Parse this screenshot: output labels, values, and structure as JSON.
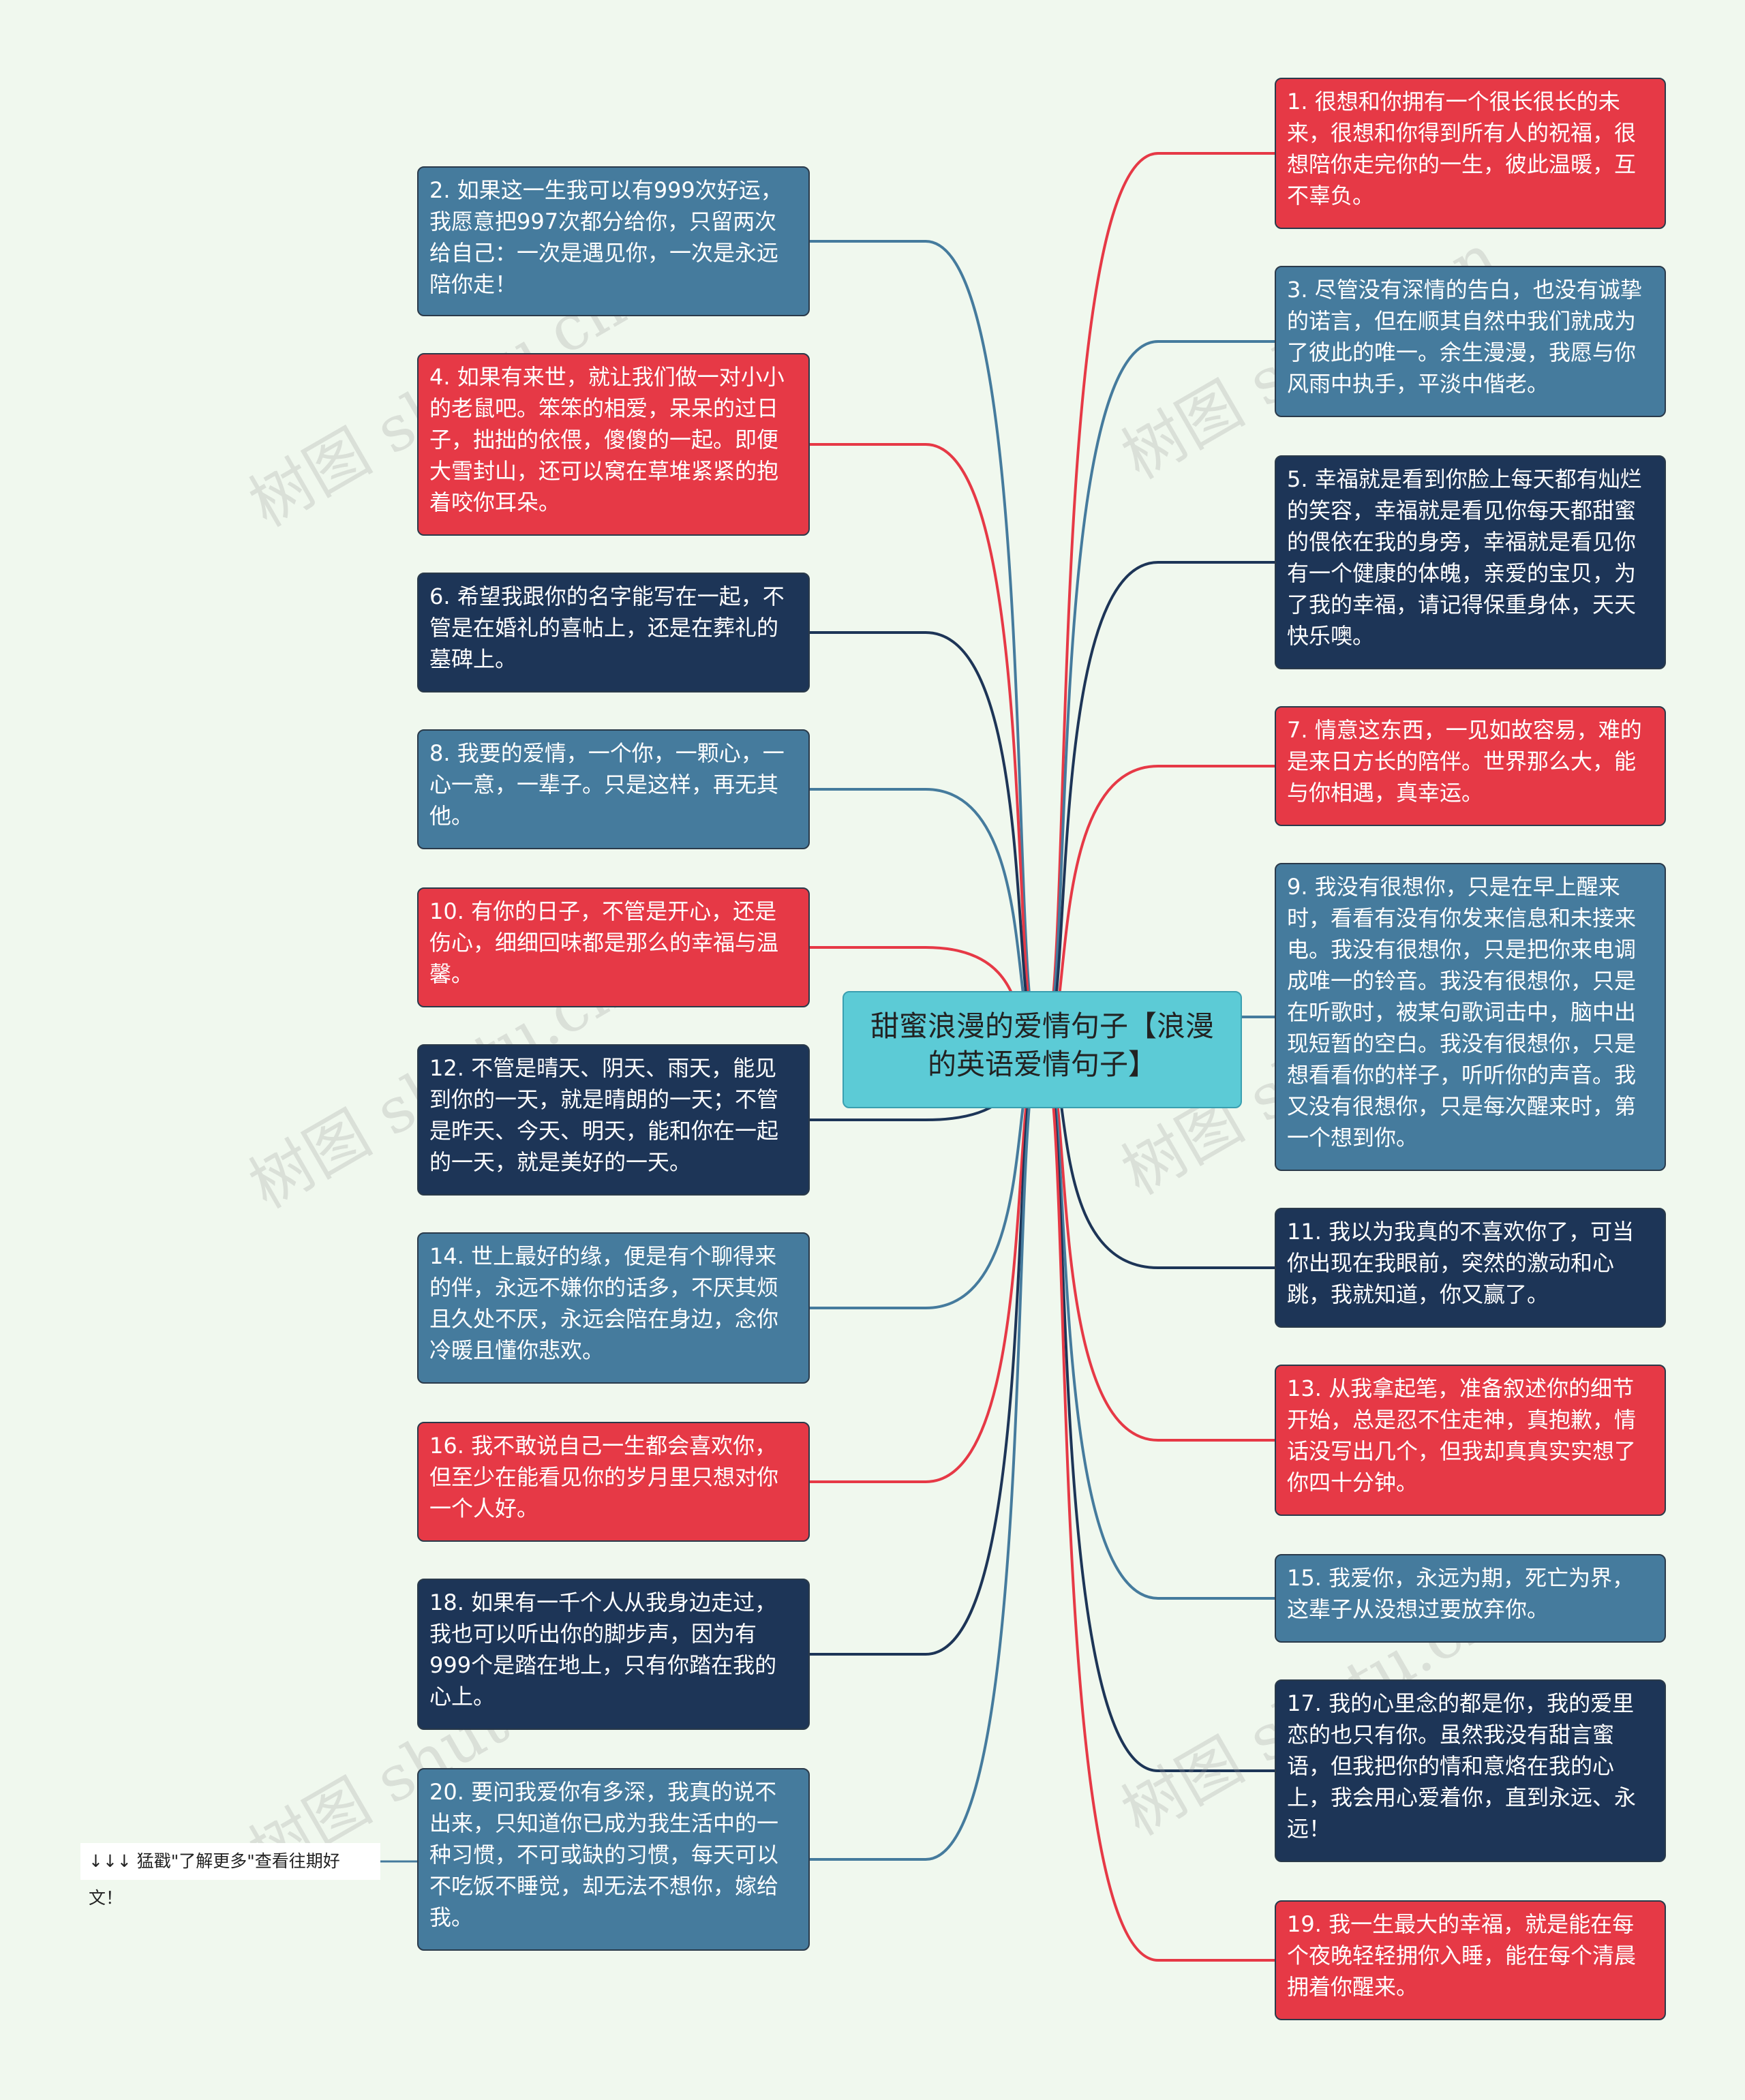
{
  "colors": {
    "red": "#e63946",
    "steel": "#457b9d",
    "navy": "#1d3557",
    "root": "#5ccbd6",
    "background": "#f0f8ee"
  },
  "root": {
    "text": "甜蜜浪漫的爱情句子【浪漫的英语爱情句子】"
  },
  "note": {
    "text": "↓↓↓ 猛戳\"了解更多\"查看往期好文！"
  },
  "watermark": {
    "text": "树图 shutu.cn"
  },
  "left_nodes": [
    {
      "color": "steel",
      "text": "2. 如果这一生我可以有999次好运，我愿意把997次都分给你，只留两次给自己：一次是遇见你，一次是永远陪你走！"
    },
    {
      "color": "red",
      "text": "4. 如果有来世，就让我们做一对小小的老鼠吧。笨笨的相爱，呆呆的过日子，拙拙的依偎，傻傻的一起。即便大雪封山，还可以窝在草堆紧紧的抱着咬你耳朵。"
    },
    {
      "color": "navy",
      "text": "6. 希望我跟你的名字能写在一起，不管是在婚礼的喜帖上，还是在葬礼的墓碑上。"
    },
    {
      "color": "steel",
      "text": "8. 我要的爱情，一个你，一颗心，一心一意，一辈子。只是这样，再无其他。"
    },
    {
      "color": "red",
      "text": "10. 有你的日子，不管是开心，还是伤心，细细回味都是那么的幸福与温馨。"
    },
    {
      "color": "navy",
      "text": "12. 不管是晴天、阴天、雨天，能见到你的一天，就是晴朗的一天；不管是昨天、今天、明天，能和你在一起的一天，就是美好的一天。"
    },
    {
      "color": "steel",
      "text": "14. 世上最好的缘，便是有个聊得来的伴，永远不嫌你的话多，不厌其烦且久处不厌，永远会陪在身边，念你冷暖且懂你悲欢。"
    },
    {
      "color": "red",
      "text": "16. 我不敢说自己一生都会喜欢你，但至少在能看见你的岁月里只想对你一个人好。"
    },
    {
      "color": "navy",
      "text": "18. 如果有一千个人从我身边走过，我也可以听出你的脚步声，因为有999个是踏在地上，只有你踏在我的心上。"
    },
    {
      "color": "steel",
      "text": "20. 要问我爱你有多深，我真的说不出来，只知道你已成为我生活中的一种习惯，不可或缺的习惯，每天可以不吃饭不睡觉，却无法不想你，嫁给我。"
    }
  ],
  "right_nodes": [
    {
      "color": "red",
      "text": "1. 很想和你拥有一个很长很长的未来，很想和你得到所有人的祝福，很想陪你走完你的一生，彼此温暖，互不辜负。"
    },
    {
      "color": "steel",
      "text": "3. 尽管没有深情的告白，也没有诚挚的诺言，但在顺其自然中我们就成为了彼此的唯一。余生漫漫，我愿与你风雨中执手，平淡中偕老。"
    },
    {
      "color": "navy",
      "text": "5. 幸福就是看到你脸上每天都有灿烂的笑容，幸福就是看见你每天都甜蜜的偎依在我的身旁，幸福就是看见你有一个健康的体魄，亲爱的宝贝，为了我的幸福，请记得保重身体，天天快乐噢。"
    },
    {
      "color": "red",
      "text": "7. 情意这东西，一见如故容易，难的是来日方长的陪伴。世界那么大，能与你相遇，真幸运。"
    },
    {
      "color": "steel",
      "text": "9. 我没有很想你，只是在早上醒来时，看看有没有你发来信息和未接来电。我没有很想你，只是把你来电调成唯一的铃音。我没有很想你，只是在听歌时，被某句歌词击中，脑中出现短暂的空白。我没有很想你，只是想看看你的样子，听听你的声音。我又没有很想你，只是每次醒来时，第一个想到你。"
    },
    {
      "color": "navy",
      "text": "11. 我以为我真的不喜欢你了，可当你出现在我眼前，突然的激动和心跳，我就知道，你又赢了。"
    },
    {
      "color": "red",
      "text": "13. 从我拿起笔，准备叙述你的细节开始，总是忍不住走神，真抱歉，情话没写出几个，但我却真真实实想了你四十分钟。"
    },
    {
      "color": "steel",
      "text": "15. 我爱你，永远为期，死亡为界，这辈子从没想过要放弃你。"
    },
    {
      "color": "navy",
      "text": "17. 我的心里念的都是你，我的爱里恋的也只有你。虽然我没有甜言蜜语，但我把你的情和意烙在我的心上，我会用心爱着你，直到永远、永远！"
    },
    {
      "color": "red",
      "text": "19. 我一生最大的幸福，就是能在每个夜晚轻轻拥你入睡，能在每个清晨拥着你醒来。"
    }
  ]
}
